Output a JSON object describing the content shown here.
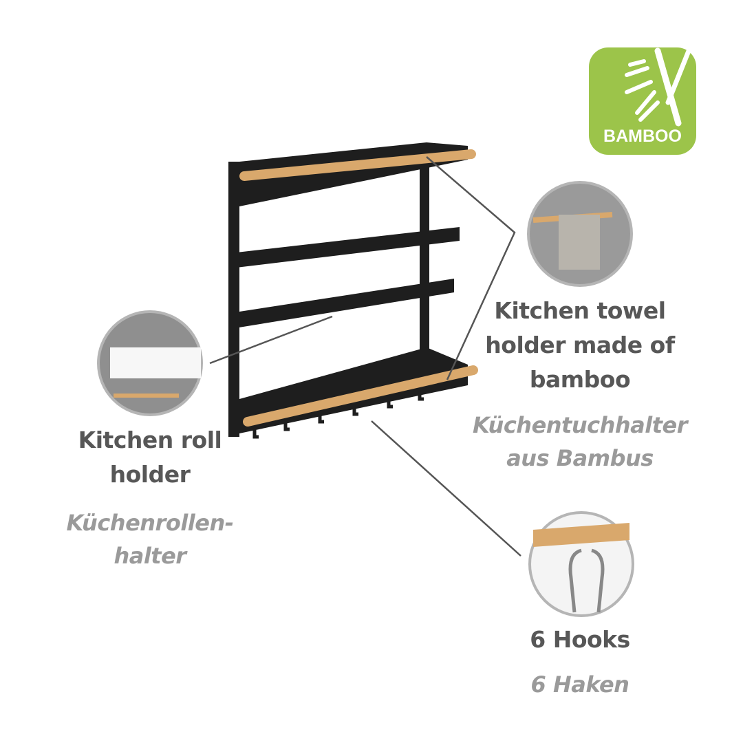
{
  "badge": {
    "label": "BAMBOO",
    "color": "#9cc44a"
  },
  "features": [
    {
      "en_lines": [
        "Kitchen roll",
        "holder"
      ],
      "de_lines": [
        "Küchenrollen-",
        "halter"
      ]
    },
    {
      "en_lines": [
        "Kitchen towel",
        "holder made of",
        "bamboo"
      ],
      "de_lines": [
        "Küchentuchhalter",
        "aus Bambus"
      ]
    },
    {
      "en_lines": [
        "6 Hooks"
      ],
      "de_lines": [
        "6 Haken"
      ]
    }
  ]
}
